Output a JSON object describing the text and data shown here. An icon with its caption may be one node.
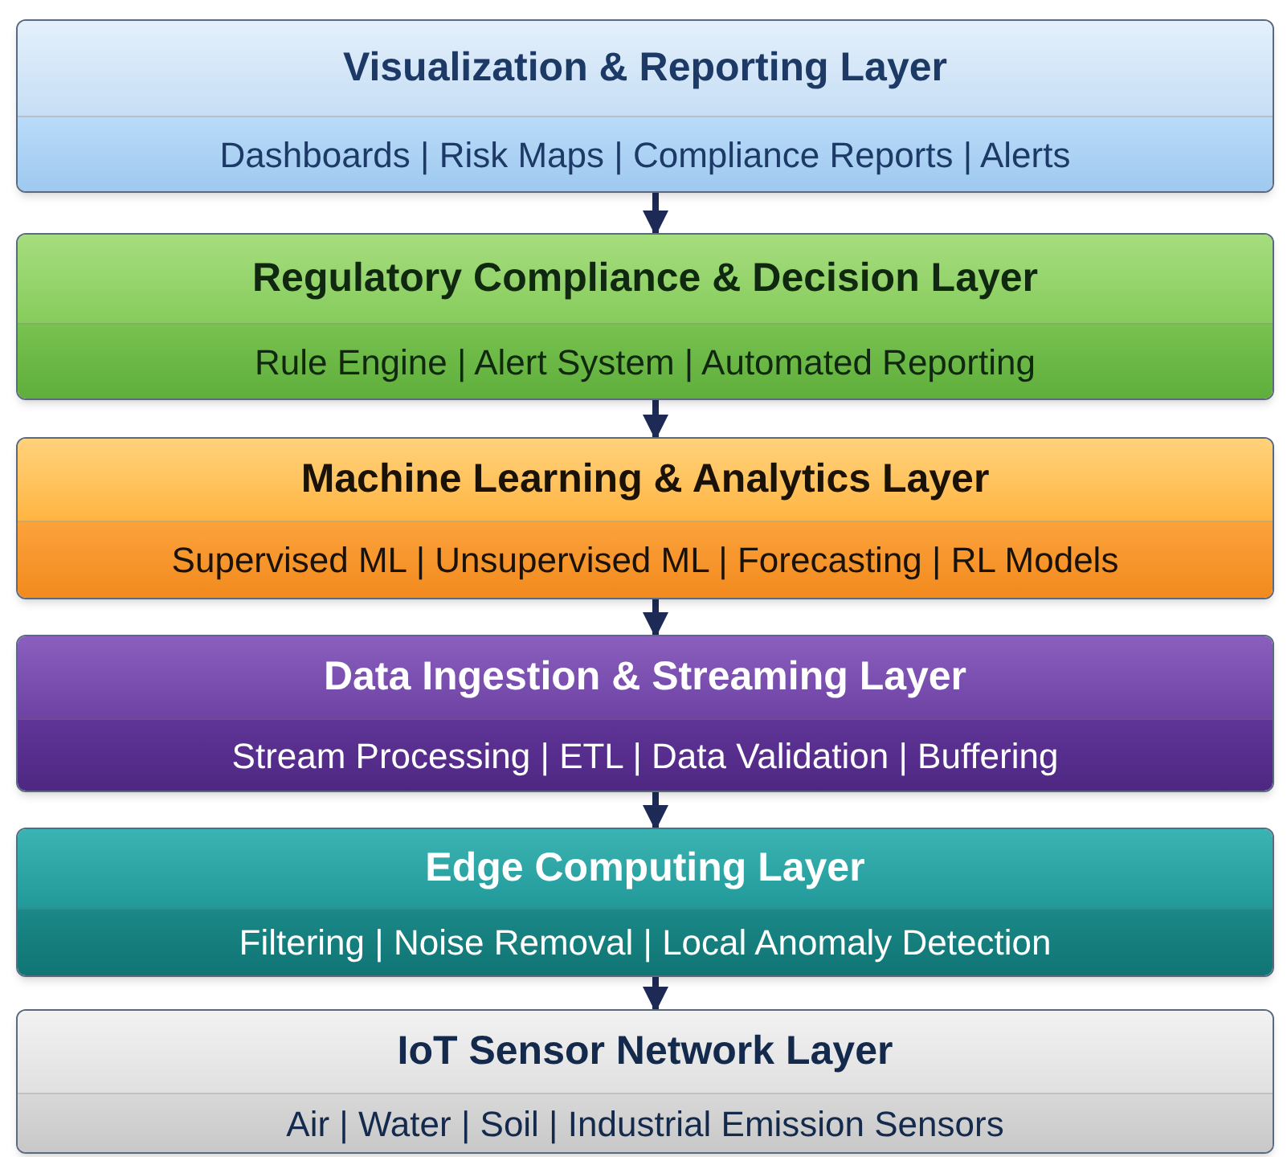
{
  "diagram": {
    "nodes": [
      {
        "text": [
          "Visualization & Reporting Layer",
          "Dashboards | Risk Maps | Compliance Reports | Alerts"
        ]
      },
      {
        "text": [
          "Regulatory Compliance & Decision Layer",
          "Rule Engine | Alert System | Automated Reporting"
        ]
      },
      {
        "text": [
          "Machine Learning & Analytics Layer",
          "Supervised ML | Unsupervised ML | Forecasting | RL Models"
        ]
      },
      {
        "text": [
          "Data Ingestion & Streaming Layer",
          "Stream Processing | ETL | Data Validation | Buffering"
        ]
      },
      {
        "text": [
          "Edge Computing Layer",
          "Filtering | Noise Removal | Local Anomaly Detection"
        ]
      },
      {
        "text": [
          "IoT Sensor Network Layer",
          "Air | Water | Soil | Industrial Emission Sensors"
        ]
      }
    ],
    "edges": [
      {
        "from": 0,
        "to": 1,
        "arrow": "to"
      },
      {
        "from": 1,
        "to": 2,
        "arrow": "to"
      },
      {
        "from": 2,
        "to": 3,
        "arrow": "to"
      },
      {
        "from": 3,
        "to": 4,
        "arrow": "to"
      },
      {
        "from": 4,
        "to": 5,
        "arrow": "to"
      }
    ]
  }
}
